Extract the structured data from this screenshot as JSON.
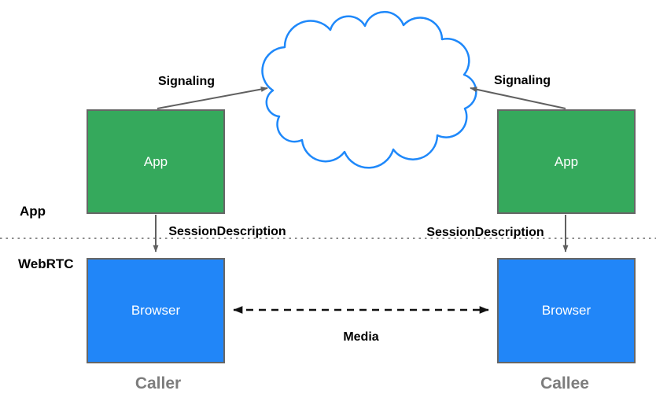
{
  "diagram": {
    "lanes": {
      "top_label": "App",
      "bottom_label": "WebRTC"
    },
    "nodes": {
      "caller_app": "App",
      "callee_app": "App",
      "caller_browser": "Browser",
      "callee_browser": "Browser"
    },
    "edges": {
      "signaling_left": "Signaling",
      "signaling_right": "Signaling",
      "session_left": "SessionDescription",
      "session_right": "SessionDescription",
      "media": "Media"
    },
    "footers": {
      "caller": "Caller",
      "callee": "Callee"
    },
    "colors": {
      "app_fill": "#35A95C",
      "browser_fill": "#2186F8",
      "cloud_stroke": "#1E88FA",
      "box_border": "#666666",
      "arrow_gray": "#606060",
      "arrow_black": "#111111",
      "divider": "#8C8C8C",
      "footer_text": "#7D7D7D",
      "label_text": "#000000",
      "node_text": "#FFFFFF"
    }
  }
}
